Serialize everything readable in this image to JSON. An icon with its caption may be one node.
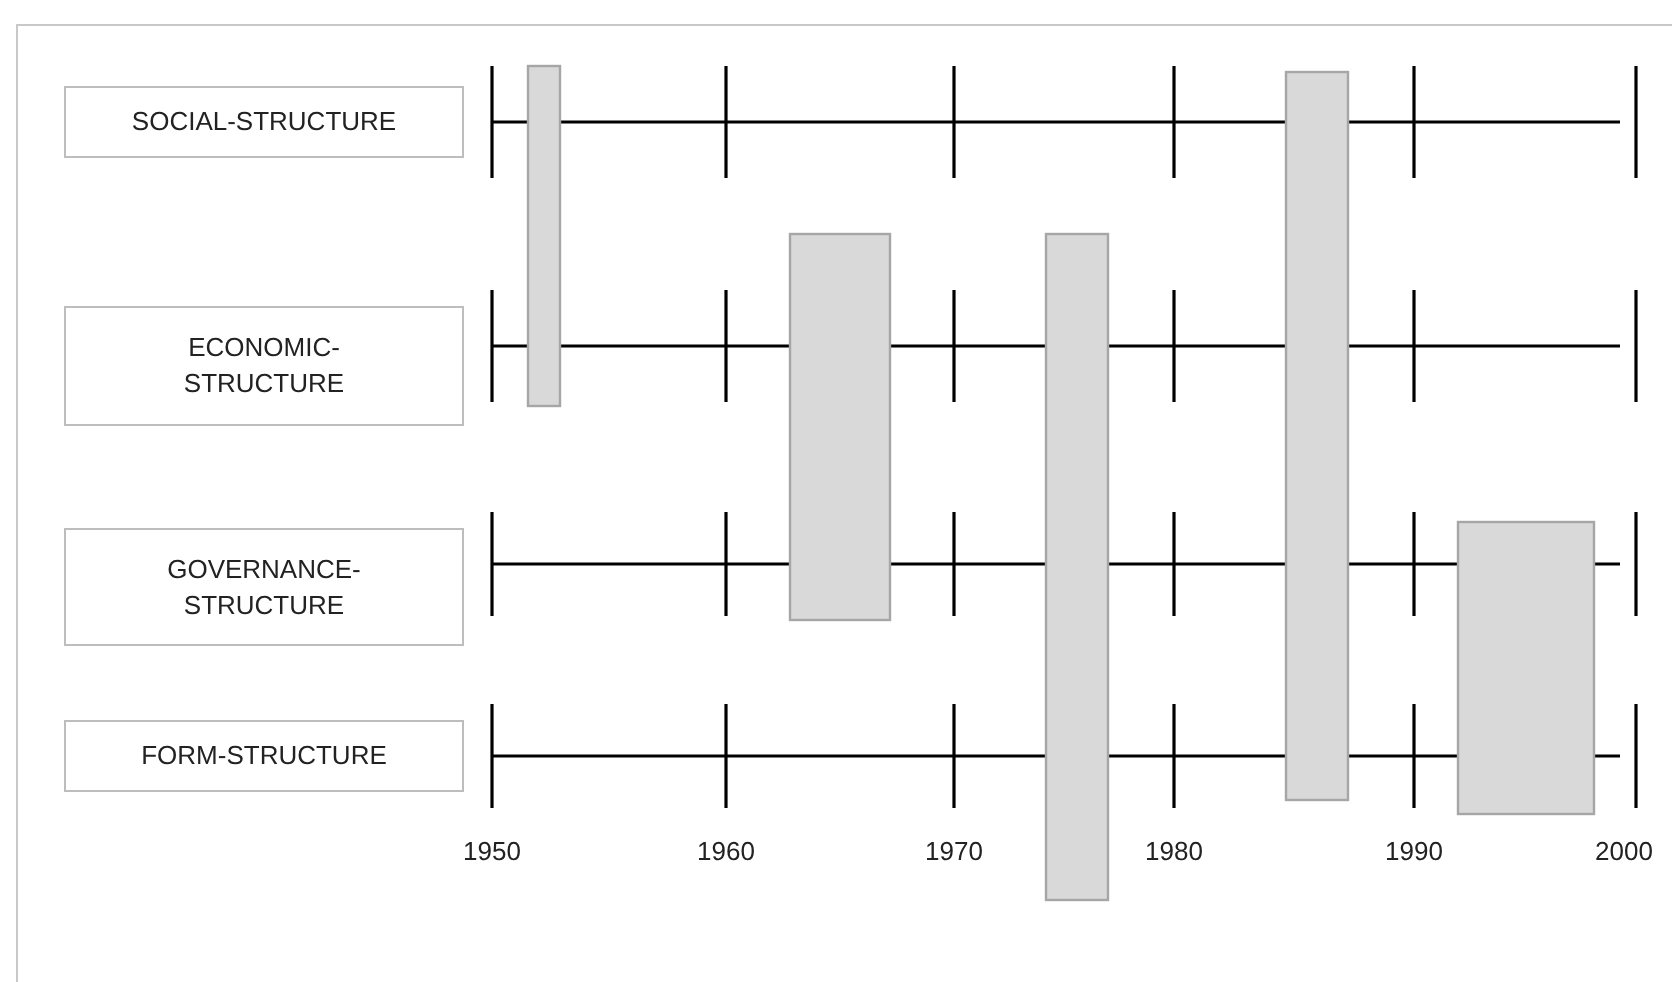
{
  "diagram": {
    "nodes": [
      {
        "text": [
          "SOCIAL-STRUCTURE"
        ]
      },
      {
        "text": [
          "ECONOMIC-STRUCTURE"
        ]
      },
      {
        "text": [
          "GOVERNANCE-STRUCTURE"
        ]
      },
      {
        "text": [
          "FORM-STRUCTURE"
        ]
      },
      {
        "text": [],
        "shape": "bar"
      },
      {
        "text": [],
        "shape": "bar"
      },
      {
        "text": [],
        "shape": "bar"
      },
      {
        "text": [],
        "shape": "bar"
      },
      {
        "text": [],
        "shape": "bar"
      }
    ],
    "labels": [
      "1950",
      "1960",
      "1970",
      "1980",
      "1990",
      "2000"
    ]
  }
}
